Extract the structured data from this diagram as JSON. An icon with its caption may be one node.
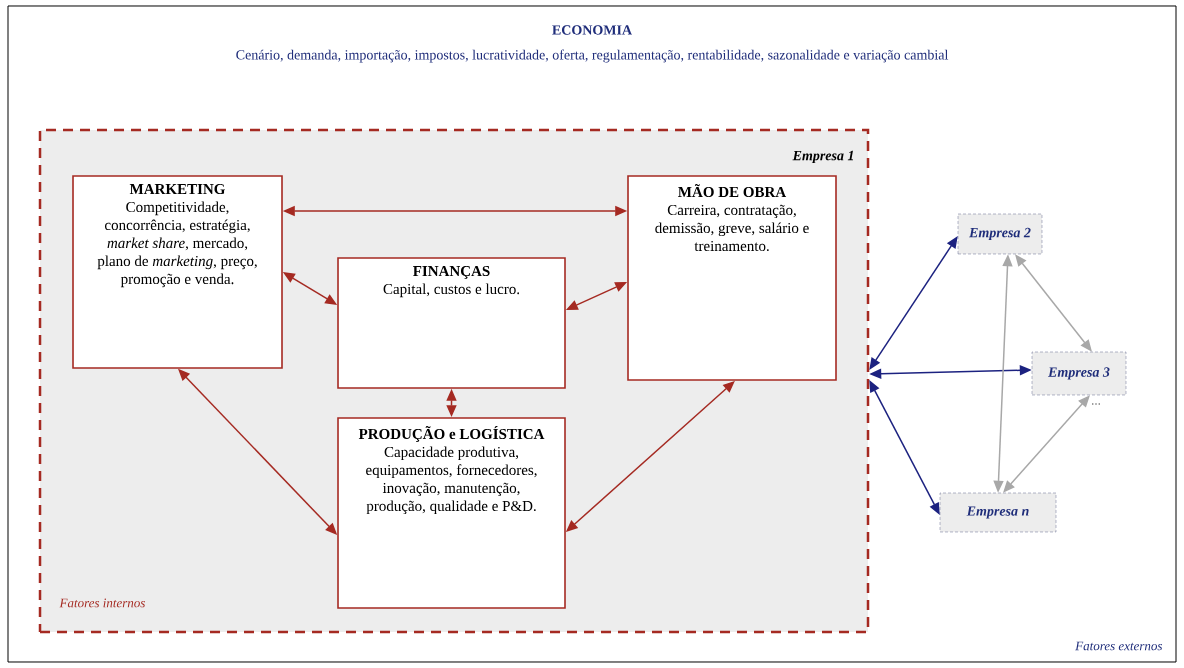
{
  "diagram": {
    "title": "ECONOMIA",
    "nodes": [
      {
        "text": [
          "Cenário, demanda, importação, impostos, lucratividade, oferta, regulamentação, rentabilidade, sazonalidade e variação cambial",
          "Fatores externos"
        ]
      },
      {
        "text": [
          "Empresa 1",
          "Fatores internos"
        ],
        "in": 0
      },
      {
        "text": [
          "MARKETING",
          "Competitividade, concorrência, estratégia, *market share*, mercado, plano de *marketing*, preço, promoção e venda."
        ],
        "in": 1
      },
      {
        "text": [
          "MÃO DE OBRA",
          "Carreira, contratação, demissão, greve, salário e treinamento."
        ],
        "in": 1
      },
      {
        "text": [
          "FINANÇAS",
          "Capital, custos e lucro."
        ],
        "in": 1
      },
      {
        "text": [
          "PRODUÇÃO e LOGÍSTICA",
          "Capacidade produtiva, equipamentos, fornecedores, inovação, manutenção, produção, qualidade e P&D."
        ],
        "in": 1
      },
      {
        "text": [
          "Empresa 2"
        ],
        "in": 0
      },
      {
        "text": [
          "Empresa 3"
        ],
        "in": 0
      },
      {
        "text": [
          "Empresa n"
        ],
        "in": 0
      }
    ],
    "edges": [
      {
        "from": 2,
        "to": 3,
        "arrow": "both"
      },
      {
        "from": 2,
        "to": 4,
        "arrow": "both"
      },
      {
        "from": 3,
        "to": 4,
        "arrow": "both"
      },
      {
        "from": 4,
        "to": 5,
        "arrow": "both"
      },
      {
        "from": 2,
        "to": 5,
        "arrow": "both"
      },
      {
        "from": 3,
        "to": 5,
        "arrow": "both"
      },
      {
        "from": 1,
        "to": 6,
        "arrow": "both",
        "color": "#1c2280"
      },
      {
        "from": 1,
        "to": 7,
        "arrow": "both",
        "color": "#1c2280"
      },
      {
        "from": 1,
        "to": 8,
        "arrow": "both",
        "color": "#1c2280"
      },
      {
        "from": 6,
        "to": 7,
        "arrow": "both",
        "color": "#a8a8a8"
      },
      {
        "from": 6,
        "to": 8,
        "arrow": "both",
        "color": "#a8a8a8"
      },
      {
        "from": 7,
        "to": 8,
        "arrow": "both",
        "color": "#a8a8a8"
      }
    ],
    "labels": [
      "..."
    ]
  }
}
